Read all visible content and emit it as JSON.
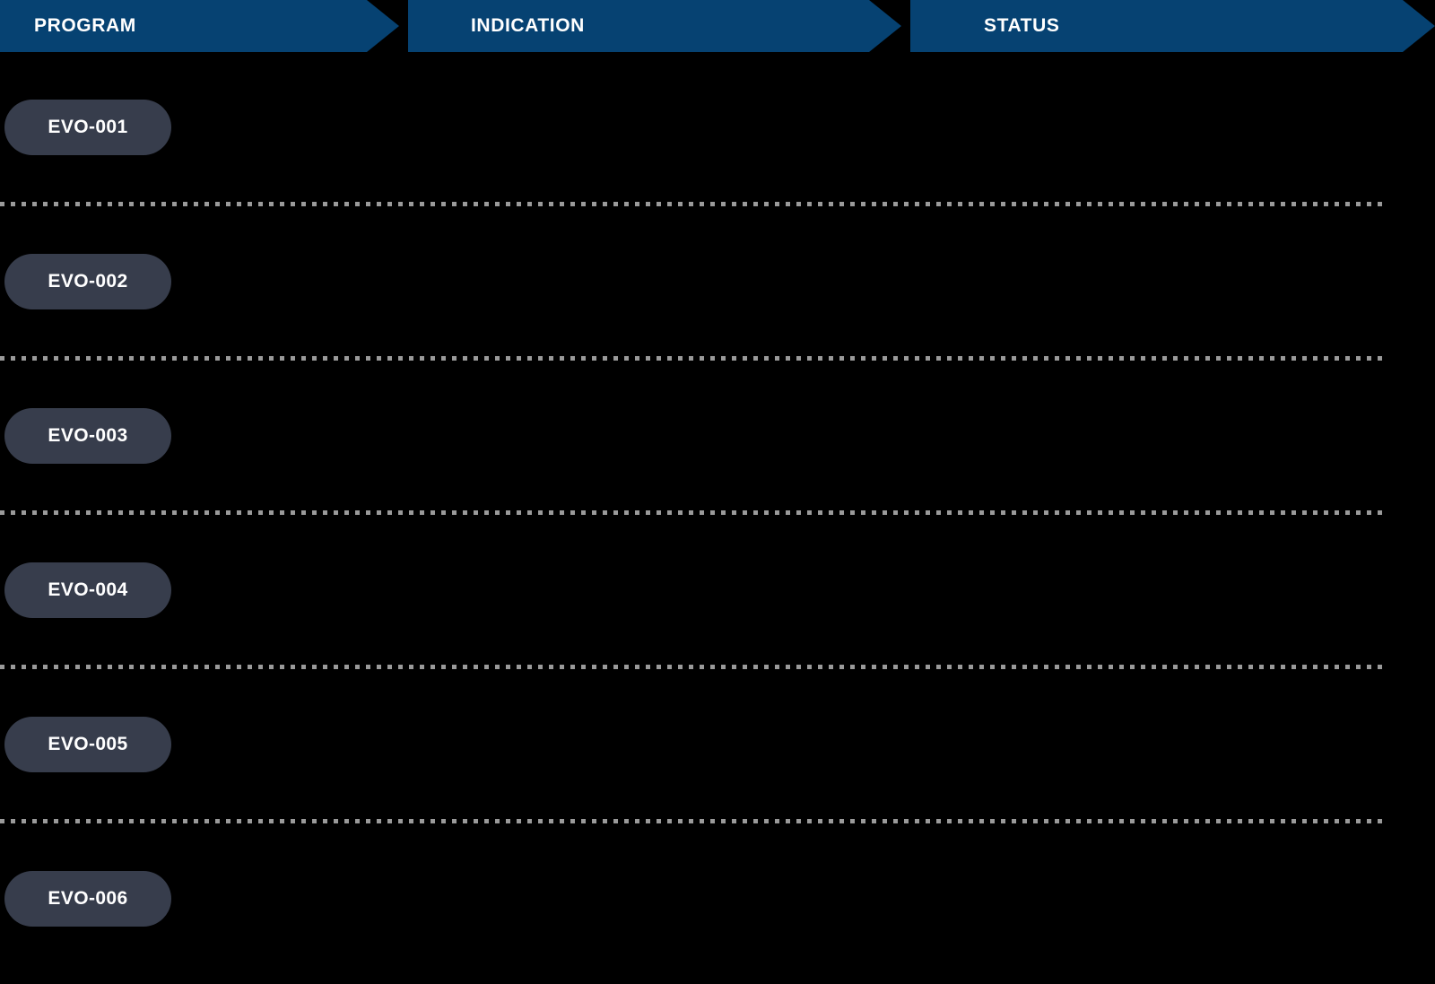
{
  "header": {
    "columns": [
      {
        "label": "PROGRAM",
        "name": "column-header-program"
      },
      {
        "label": "INDICATION",
        "name": "column-header-indication"
      },
      {
        "label": "STATUS",
        "name": "column-header-status"
      }
    ]
  },
  "colors": {
    "header_blue": "#064272",
    "pill_slate": "#373d4c",
    "background": "#000000",
    "divider_gray": "#9a9a9a",
    "text_white": "#ffffff"
  },
  "rows": [
    {
      "program": "EVO-001",
      "indication": "",
      "status": ""
    },
    {
      "program": "EVO-002",
      "indication": "",
      "status": ""
    },
    {
      "program": "EVO-003",
      "indication": "",
      "status": ""
    },
    {
      "program": "EVO-004",
      "indication": "",
      "status": ""
    },
    {
      "program": "EVO-005",
      "indication": "",
      "status": ""
    },
    {
      "program": "EVO-006",
      "indication": "",
      "status": ""
    }
  ]
}
